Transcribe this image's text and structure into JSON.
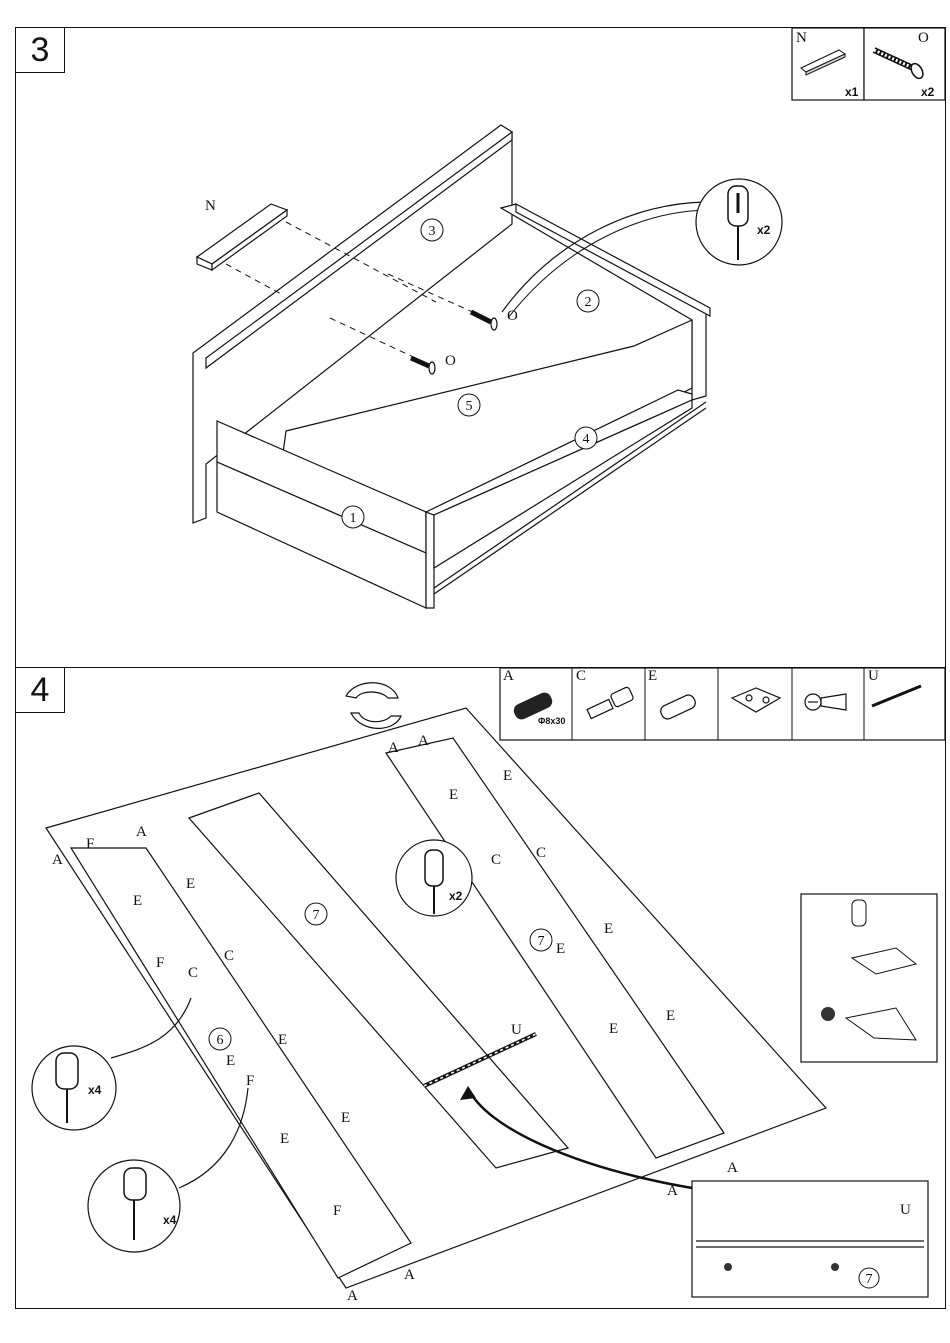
{
  "step3": {
    "number": "3",
    "parts_box": [
      {
        "letter": "N",
        "qty": "x1",
        "icon": "rail-strip-icon"
      },
      {
        "letter": "O",
        "qty": "x2",
        "icon": "screw-icon"
      }
    ],
    "labels": {
      "part_n": "N",
      "screw_o_upper": "O",
      "screw_o_lower": "O",
      "panel_1": "1",
      "panel_2": "2",
      "panel_3": "3",
      "panel_4": "4",
      "panel_5": "5",
      "screwdriver_qty": "x2"
    }
  },
  "step4": {
    "number": "4",
    "parts_strip": [
      {
        "letter": "A",
        "caption": "Φ8x30",
        "icon": "dowel-icon"
      },
      {
        "letter": "C",
        "caption": "",
        "icon": "cam-bolt-icon"
      },
      {
        "letter": "E",
        "caption": "",
        "icon": "pin-icon"
      },
      {
        "letter": "",
        "caption": "",
        "icon": "hinge-plate-icon"
      },
      {
        "letter": "",
        "caption": "",
        "icon": "screw-icon"
      },
      {
        "letter": "U",
        "caption": "",
        "icon": "drawer-runner-icon"
      }
    ],
    "labels": {
      "panel_6": "6",
      "panel_7_left": "7",
      "panel_7_right": "7",
      "inset_panel_7": "7",
      "letter_a": "A",
      "letter_c": "C",
      "letter_e": "E",
      "letter_f": "F",
      "letter_u": "U",
      "inset_u": "U",
      "qty_x4_upper": "x4",
      "qty_x4_lower": "x4",
      "qty_x2": "x2"
    }
  }
}
